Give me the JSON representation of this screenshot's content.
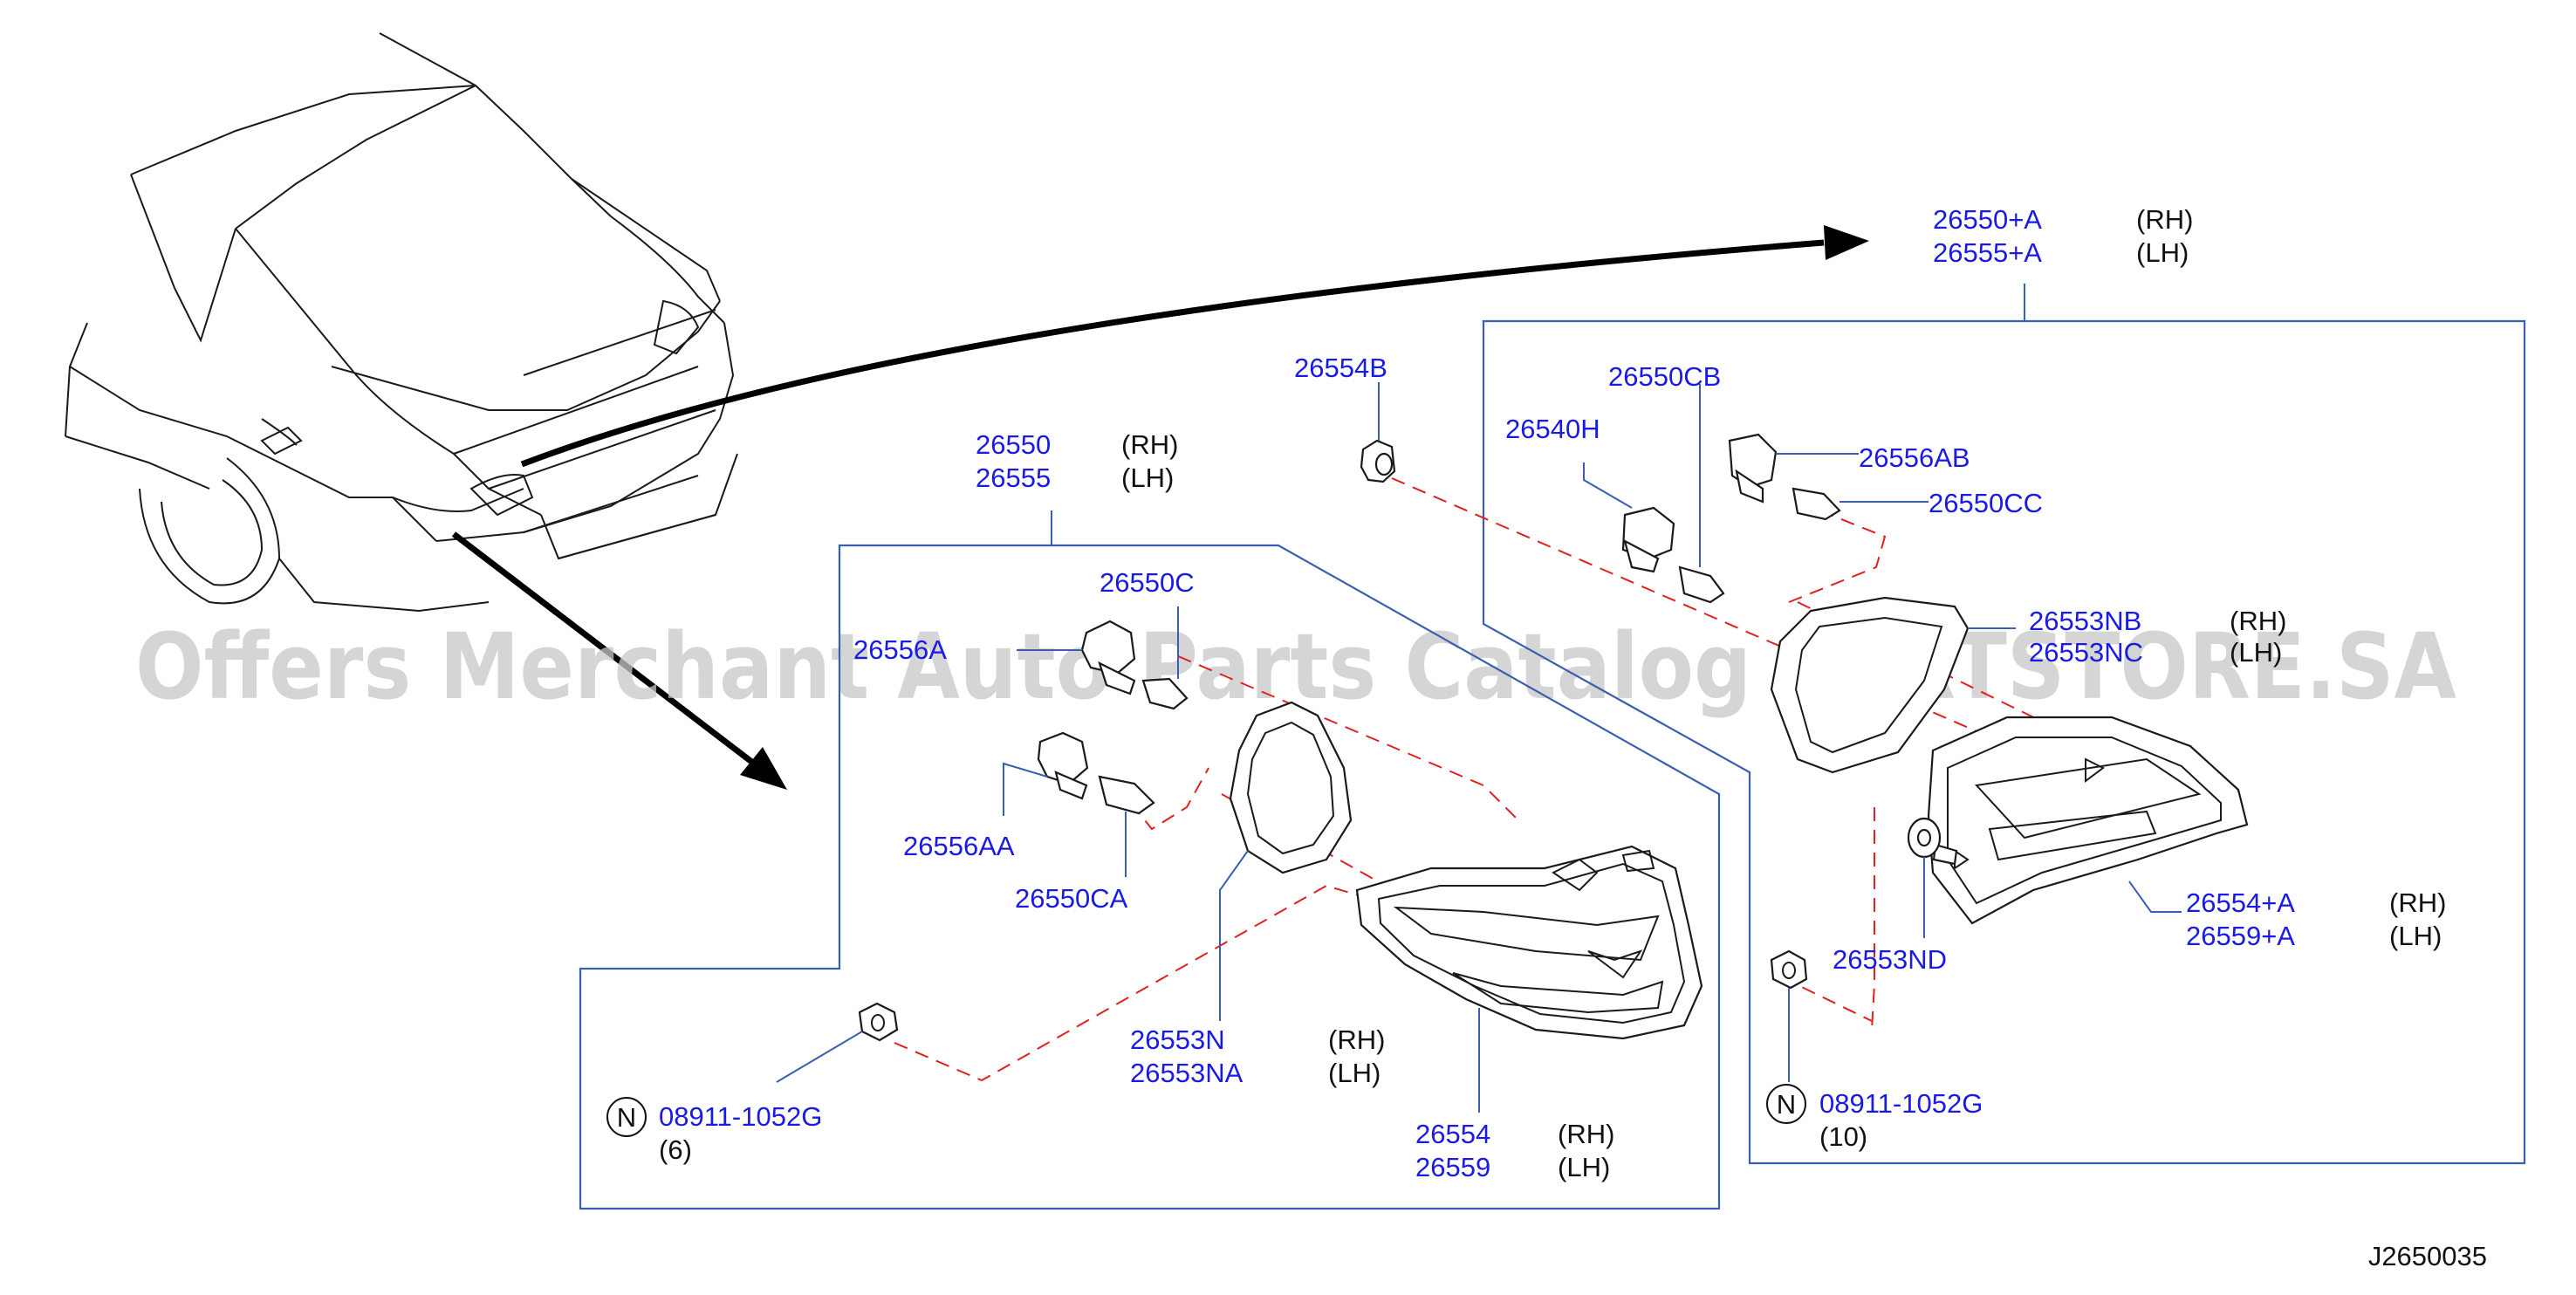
{
  "diagram_code": "J2650035",
  "watermark": "Offers Merchant Auto Parts Catalog PARTSTORE.SA",
  "groups": {
    "outer": {
      "rh": "26550",
      "lh": "26555",
      "rh_side": "(RH)",
      "lh_side": "(LH)"
    },
    "inner": {
      "rh": "26550+A",
      "lh": "26555+A",
      "rh_side": "(RH)",
      "lh_side": "(LH)"
    }
  },
  "parts": {
    "p26554B": "26554B",
    "p26550CB": "26550CB",
    "p26540H": "26540H",
    "p26556AB": "26556AB",
    "p26550CC": "26550CC",
    "p26553NB": "26553NB",
    "p26553NC": "26553NC",
    "p26553NB_side": "(RH)",
    "p26553NC_side": "(LH)",
    "p26554A_rh": "26554+A",
    "p26559A_lh": "26559+A",
    "p26554A_side": "(RH)",
    "p26559A_side": "(LH)",
    "p26553ND": "26553ND",
    "p26550C": "26550C",
    "p26556A": "26556A",
    "p26556AA": "26556AA",
    "p26550CA": "26550CA",
    "p26553N": "26553N",
    "p26553NA": "26553NA",
    "p26553N_side": "(RH)",
    "p26553NA_side": "(LH)",
    "p26554": "26554",
    "p26559": "26559",
    "p26554_side": "(RH)",
    "p26559_side": "(LH)"
  },
  "nuts": {
    "left": {
      "symbol": "N",
      "part": "08911-1052G",
      "qty": "(6)"
    },
    "right": {
      "symbol": "N",
      "part": "08911-1052G",
      "qty": "(10)"
    }
  },
  "colors": {
    "part_number": "#1a1ae6",
    "frame": "#3a5fb0",
    "dash": "#e02020",
    "text": "#111111"
  }
}
